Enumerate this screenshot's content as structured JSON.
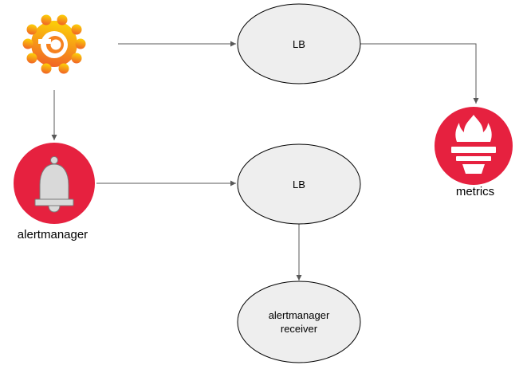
{
  "diagram": {
    "nodes": {
      "grafana": {
        "label": "",
        "icon": "grafana-logo-icon",
        "colors": [
          "#F05A28",
          "#FBCA0A"
        ]
      },
      "alertmanager": {
        "label": "alertmanager",
        "icon": "bell-icon",
        "color": "#E6213F"
      },
      "lb_top": {
        "label": "LB"
      },
      "lb_bottom": {
        "label": "LB"
      },
      "prometheus": {
        "label": "metrics",
        "icon": "prometheus-torch-icon",
        "color": "#E6213F"
      },
      "receiver": {
        "label_line1": "alertmanager",
        "label_line2": "receiver"
      }
    },
    "edges": [
      {
        "from": "grafana",
        "to": "lb_top"
      },
      {
        "from": "lb_top",
        "to": "prometheus"
      },
      {
        "from": "grafana",
        "to": "alertmanager"
      },
      {
        "from": "alertmanager",
        "to": "lb_bottom"
      },
      {
        "from": "lb_bottom",
        "to": "receiver"
      }
    ],
    "colors": {
      "ellipse_fill": "#EEEEEE",
      "ellipse_stroke": "#000000",
      "edge": "#595959"
    }
  }
}
